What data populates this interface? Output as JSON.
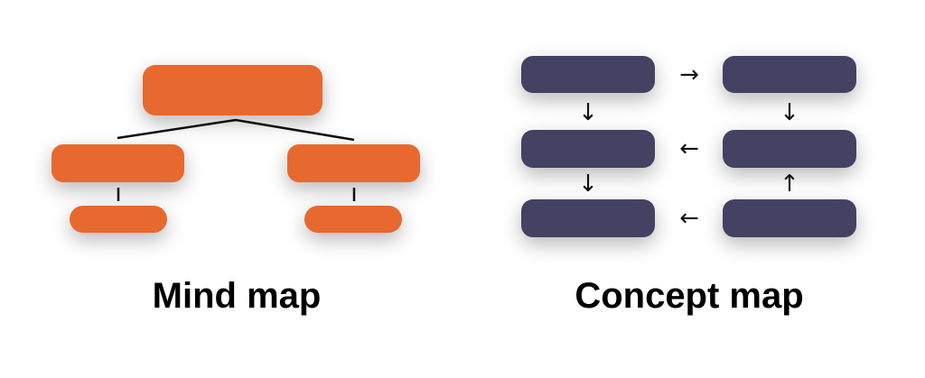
{
  "mind_map": {
    "title": "Mind map",
    "color": "#e8692f",
    "nodes": [
      "root",
      "branch-left",
      "branch-right",
      "leaf-left",
      "leaf-right"
    ]
  },
  "concept_map": {
    "title": "Concept map",
    "color": "#434263",
    "arrows": {
      "row1_h": "→",
      "left_down_1": "↓",
      "right_down_1": "↓",
      "row2_h": "←",
      "left_down_2": "↓",
      "right_up": "↑",
      "row3_h": "←"
    }
  }
}
